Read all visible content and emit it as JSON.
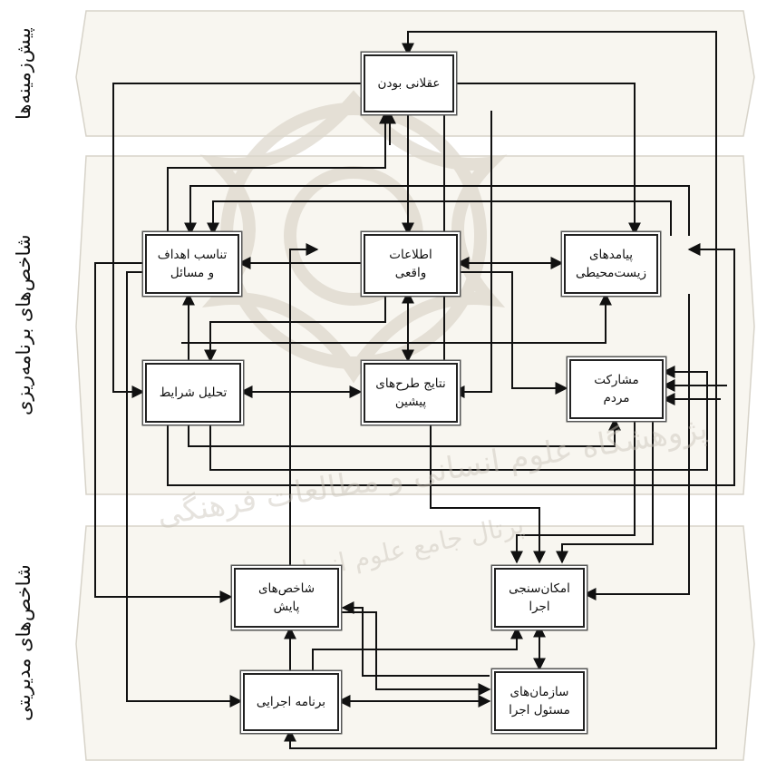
{
  "bands": [
    {
      "id": "backgrounds",
      "label": "پیش‌زمینه‌ها"
    },
    {
      "id": "planning",
      "label": "شاخص‌های برنامه‌ریزی"
    },
    {
      "id": "management",
      "label": "شاخص‌های مدیریتی"
    }
  ],
  "nodes": {
    "rationality": {
      "line1": "عقلانی بودن",
      "line2": ""
    },
    "goals": {
      "line1": "تناسب اهداف",
      "line2": "و مسائل"
    },
    "info": {
      "line1": "اطلاعات",
      "line2": "واقعی"
    },
    "environment": {
      "line1": "پیامدهای",
      "line2": "زیست‌محیطی"
    },
    "analysis": {
      "line1": "تحلیل شرایط",
      "line2": ""
    },
    "results": {
      "line1": "نتایج طرح‌های",
      "line2": "پیشین"
    },
    "participation": {
      "line1": "مشارکت",
      "line2": "مردم"
    },
    "monitoring": {
      "line1": "شاخص‌های",
      "line2": "پایش"
    },
    "feasibility": {
      "line1": "امکان‌سنجی",
      "line2": "اجرا"
    },
    "program": {
      "line1": "برنامه اجرایی",
      "line2": ""
    },
    "orgs": {
      "line1": "سازمان‌های",
      "line2": "مسئول اجرا"
    }
  },
  "watermark": {
    "line1": "پژوهشگاه علوم انسانی و مطالعات فرهنگی",
    "line2": "پرتال جامع علوم انسانی"
  },
  "colors": {
    "band_fill": "#f8f6f0",
    "band_stroke": "#d7d3c9",
    "line": "#111111"
  }
}
